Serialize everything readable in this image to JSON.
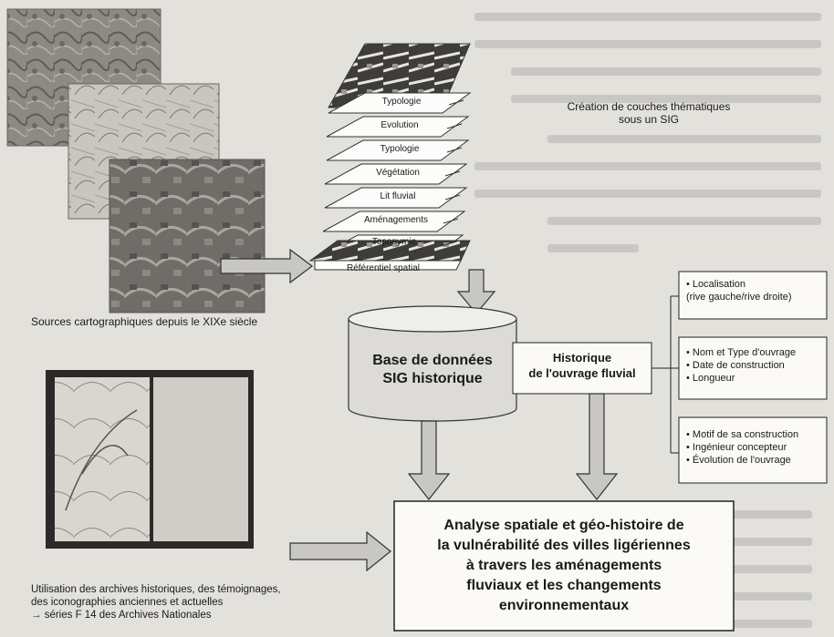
{
  "sources_caption": "Sources cartographiques depuis le XIXe siècle",
  "thematic_caption": [
    "Création de couches thématiques",
    "sous un SIG"
  ],
  "layers": [
    "Typologie",
    "Evolution",
    "Typologie",
    "Végétation",
    "Lit fluvial",
    "Aménagements",
    "Toponymie"
  ],
  "base_layer": "Référentiel spatial",
  "database": [
    "Base de données",
    "SIG historique"
  ],
  "historique": [
    "Historique",
    "de l'ouvrage fluvial"
  ],
  "details": [
    [
      "• Localisation",
      "(rive gauche/rive droite)"
    ],
    [
      "• Nom et Type d'ouvrage",
      "• Date de construction",
      "• Longueur"
    ],
    [
      "• Motif de sa construction",
      "• Ingénieur concepteur",
      "• Évolution de l'ouvrage"
    ]
  ],
  "archives_caption": [
    "Utilisation des archives historiques, des témoignages,",
    "des iconographies anciennes et actuelles",
    "→ séries F 14 des Archives Nationales"
  ],
  "analysis": [
    "Analyse spatiale et géo-histoire de",
    "la vulnérabilité des villes ligériennes",
    "à travers les aménagements",
    "fluviaux et les changements",
    "environnementaux"
  ]
}
